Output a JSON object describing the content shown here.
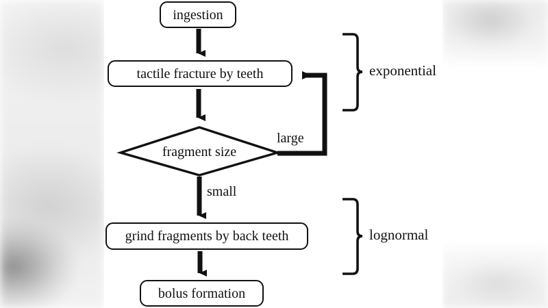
{
  "figure": {
    "type": "flowchart",
    "title": "",
    "nodes": [
      {
        "id": "ingestion",
        "label": "ingestion",
        "shape": "rounded-rectangle"
      },
      {
        "id": "tactile_fracture",
        "label": "tactile fracture by teeth",
        "shape": "rounded-rectangle"
      },
      {
        "id": "fragment_size",
        "label": "fragment size",
        "shape": "diamond"
      },
      {
        "id": "grind_fragments",
        "label": "grind fragments by back teeth",
        "shape": "rounded-rectangle"
      },
      {
        "id": "bolus_formation",
        "label": "bolus formation",
        "shape": "rounded-rectangle"
      }
    ],
    "edges": [
      {
        "from": "ingestion",
        "to": "tactile_fracture",
        "label": ""
      },
      {
        "from": "tactile_fracture",
        "to": "fragment_size",
        "label": ""
      },
      {
        "from": "fragment_size",
        "to": "tactile_fracture",
        "label": "large"
      },
      {
        "from": "fragment_size",
        "to": "grind_fragments",
        "label": "small"
      },
      {
        "from": "grind_fragments",
        "to": "bolus_formation",
        "label": ""
      }
    ],
    "annotations": [
      {
        "id": "exponential",
        "label": "exponential",
        "brace": "right-curly",
        "spans": [
          "tactile_fracture",
          "fragment_size"
        ]
      },
      {
        "id": "lognormal",
        "label": "lognormal",
        "brace": "right-curly",
        "spans": [
          "grind_fragments",
          "bolus_formation"
        ]
      }
    ],
    "colors": {
      "stroke": "#111111",
      "node_fill": "#ffffff",
      "text": "#111111",
      "panel_background": "#ffffff"
    }
  }
}
